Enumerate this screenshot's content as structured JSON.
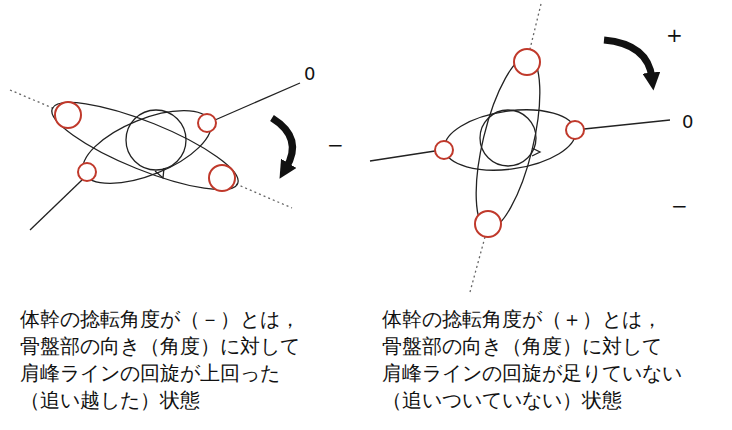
{
  "diagram": {
    "labels": [
      "0",
      "−",
      "+",
      "0",
      "−",
      "体幹の捻転角度が（－）とは， 骨盤部の向き（角度）に対して 肩峰ラインの回旋が上回った （追い越した）状態",
      "体幹の捻転角度が（＋）とは， 骨盤部の向き（角度）に対して 肩峰ラインの回旋が足りていない （追いついていない）状態"
    ]
  }
}
